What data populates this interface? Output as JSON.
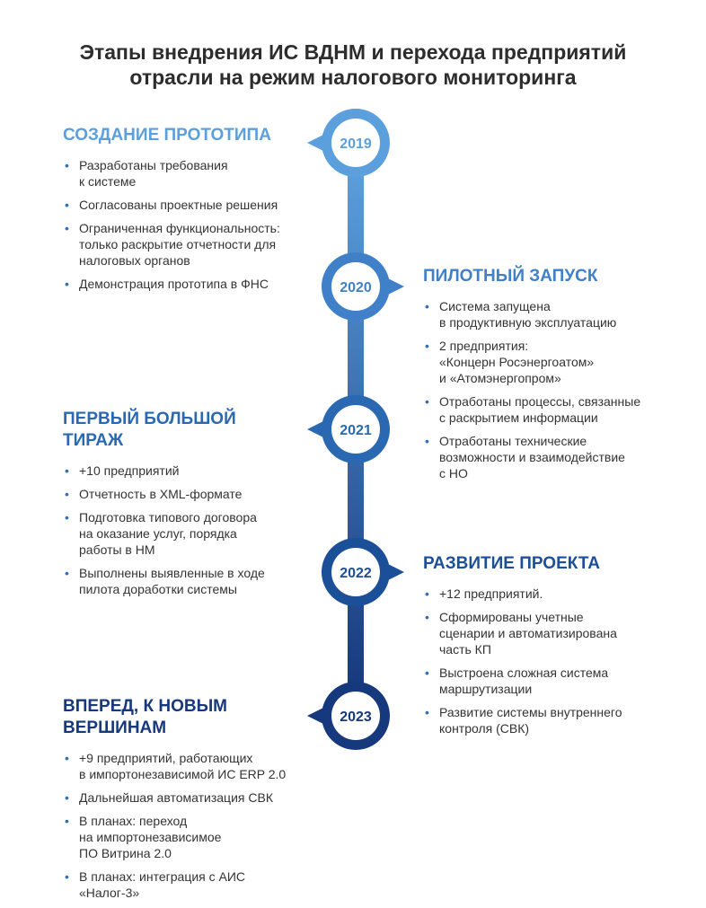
{
  "title": "Этапы внедрения ИС ВДНМ и перехода предприятий\nотрасли на режим налогового мониторинга",
  "colors": {
    "stage1": "#5b9fdc",
    "stage2": "#3f80c8",
    "stage3": "#2a68b2",
    "stage4": "#1b4f98",
    "stage5": "#16387c",
    "bullet": "#2f6fb5",
    "text": "#333333"
  },
  "stages": [
    {
      "year": "2019",
      "title": "СОЗДАНИЕ ПРОТОТИПА",
      "bullets": [
        "Разработаны требования\nк системе",
        "Согласованы проектные решения",
        "Ограниченная функциональность:\nтолько раскрытие отчетности для\nналоговых органов",
        "Демонстрация прототипа в ФНС"
      ]
    },
    {
      "year": "2020",
      "title": "ПИЛОТНЫЙ ЗАПУСК",
      "bullets": [
        "Система запущена\nв продуктивную эксплуатацию",
        "2 предприятия:\n«Концерн Росэнергоатом»\nи «Атомэнергопром»",
        "Отработаны процессы, связанные\nс раскрытием информации",
        "Отработаны технические\nвозможности и взаимодействие\nс НО"
      ]
    },
    {
      "year": "2021",
      "title": "ПЕРВЫЙ БОЛЬШОЙ\nТИРАЖ",
      "bullets": [
        "+10 предприятий",
        "Отчетность в XML-формате",
        "Подготовка типового договора\nна оказание услуг, порядка\nработы в НМ",
        "Выполнены выявленные в ходе\nпилота доработки системы"
      ]
    },
    {
      "year": "2022",
      "title": "РАЗВИТИЕ ПРОЕКТА",
      "bullets": [
        "+12 предприятий.",
        "Сформированы учетные\nсценарии и автоматизирована\nчасть КП",
        "Выстроена сложная система\nмаршрутизации",
        "Развитие системы внутреннего\nконтроля (СВК)"
      ]
    },
    {
      "year": "2023",
      "title": "ВПЕРЕД, К НОВЫМ\nВЕРШИНАМ",
      "bullets": [
        "+9 предприятий, работающих\nв импортонезависимой ИС ERP 2.0",
        "Дальнейшая автоматизация СВК",
        "В планах: переход\nна импортонезависимое\nПО Витрина 2.0",
        "В планах: интеграция с АИС\n«Налог-3»"
      ]
    }
  ]
}
